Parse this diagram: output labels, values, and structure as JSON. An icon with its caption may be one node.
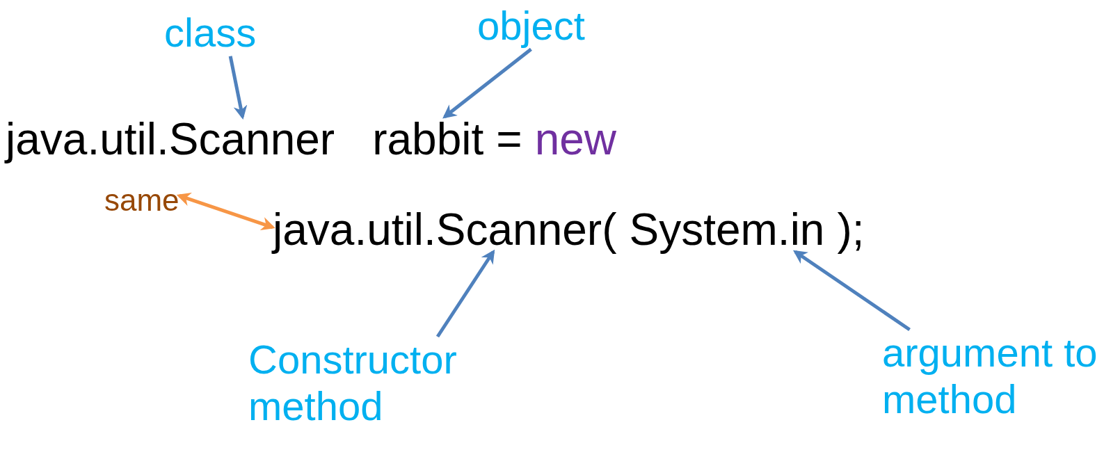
{
  "diagram": {
    "nodes": [
      {
        "text": [
          "class"
        ]
      },
      {
        "text": [
          "object"
        ]
      },
      {
        "text": [
          "java.util.Scanner"
        ]
      },
      {
        "text": [
          "rabbit"
        ]
      },
      {
        "text": [
          "same"
        ]
      },
      {
        "text": [
          "java.util.Scanner"
        ]
      },
      {
        "text": [
          "System.in"
        ]
      },
      {
        "text": [
          "Constructor method"
        ]
      },
      {
        "text": [
          "argument to method"
        ]
      }
    ],
    "edges": [
      {
        "from": 0,
        "to": 2,
        "arrow": "to"
      },
      {
        "from": 1,
        "to": 3,
        "arrow": "to"
      },
      {
        "from": 4,
        "to": 5,
        "arrow": "both",
        "color": "#f79646"
      },
      {
        "from": 7,
        "to": 5,
        "arrow": "to"
      },
      {
        "from": 8,
        "to": 6,
        "arrow": "to"
      }
    ],
    "labels": [
      "=",
      "new",
      "(",
      ");"
    ]
  }
}
